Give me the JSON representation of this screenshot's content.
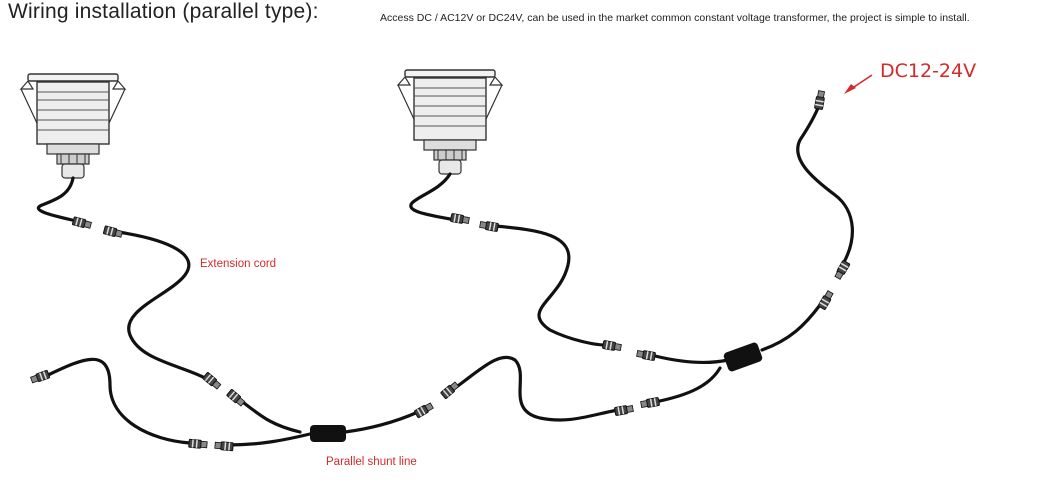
{
  "header": {
    "title": "Wiring installation (parallel type):",
    "description": "Access DC / AC12V or DC24V, can be used in the market common constant voltage transformer, the project is simple to install."
  },
  "labels": {
    "extension_cord": "Extension cord",
    "parallel_shunt_line": "Parallel shunt line",
    "dc_input": "DC12-24V"
  },
  "colors": {
    "annotation": "#d42a2a",
    "cable": "#111111"
  }
}
